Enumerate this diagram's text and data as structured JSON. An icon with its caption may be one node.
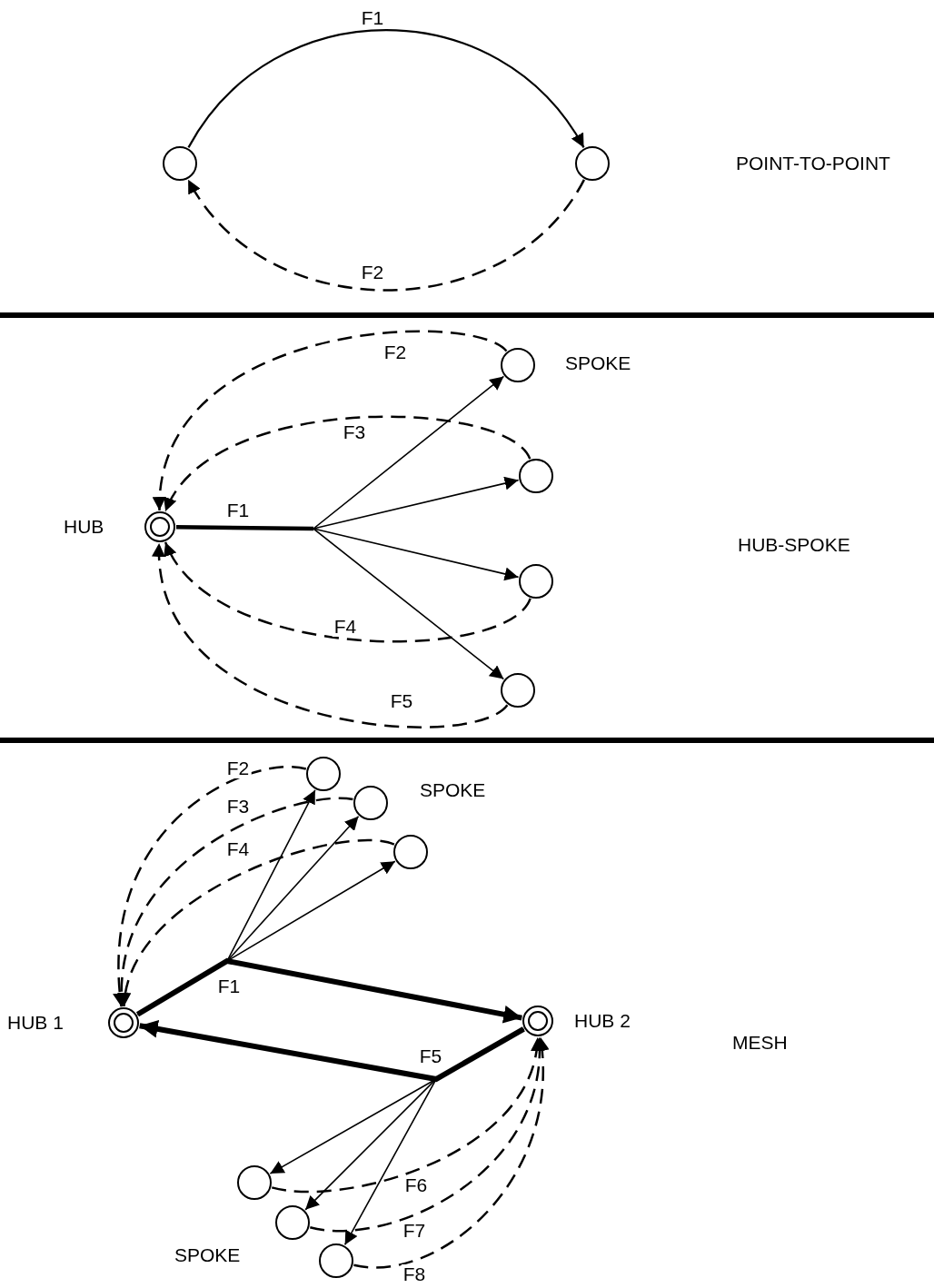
{
  "diagram": {
    "nodes": [
      {
        "text": [],
        "shape": "circle"
      },
      {
        "text": [],
        "shape": "circle"
      },
      {
        "text": [],
        "shape": "circle",
        "beside": [
          "HUB"
        ]
      },
      {
        "text": [],
        "shape": "circle"
      },
      {
        "text": [],
        "shape": "circle"
      },
      {
        "text": [],
        "shape": "circle"
      },
      {
        "text": [],
        "shape": "circle"
      },
      {
        "text": [],
        "shape": "circle",
        "beside": [
          "HUB 1"
        ]
      },
      {
        "text": [],
        "shape": "circle"
      },
      {
        "text": [],
        "shape": "circle"
      },
      {
        "text": [],
        "shape": "circle"
      },
      {
        "text": [],
        "shape": "circle",
        "beside": [
          "HUB 2"
        ]
      },
      {
        "text": [],
        "shape": "circle"
      },
      {
        "text": [],
        "shape": "circle"
      },
      {
        "text": [],
        "shape": "circle"
      }
    ],
    "edges": [
      {
        "from": 0,
        "to": 1,
        "arrow": "to",
        "label": "F1"
      },
      {
        "from": 1,
        "to": 0,
        "arrow": "to",
        "label": "F2",
        "style": "dashed"
      },
      {
        "from": 2,
        "to": 3,
        "arrow": "to",
        "label": "F1"
      },
      {
        "from": 2,
        "to": 4,
        "arrow": "to"
      },
      {
        "from": 2,
        "to": 5,
        "arrow": "to"
      },
      {
        "from": 2,
        "to": 6,
        "arrow": "to"
      },
      {
        "from": 3,
        "to": 2,
        "arrow": "to",
        "label": "F2",
        "style": "dashed"
      },
      {
        "from": 4,
        "to": 2,
        "arrow": "to",
        "label": "F3",
        "style": "dashed"
      },
      {
        "from": 5,
        "to": 2,
        "arrow": "to",
        "label": "F4",
        "style": "dashed"
      },
      {
        "from": 6,
        "to": 2,
        "arrow": "to",
        "label": "F5",
        "style": "dashed"
      },
      {
        "from": 7,
        "to": 11,
        "arrow": "to",
        "label": "F1",
        "style": "thick"
      },
      {
        "from": 7,
        "to": 8,
        "arrow": "to"
      },
      {
        "from": 7,
        "to": 9,
        "arrow": "to"
      },
      {
        "from": 7,
        "to": 10,
        "arrow": "to"
      },
      {
        "from": 8,
        "to": 7,
        "arrow": "to",
        "label": "F2",
        "style": "dashed"
      },
      {
        "from": 9,
        "to": 7,
        "arrow": "to",
        "label": "F3",
        "style": "dashed"
      },
      {
        "from": 10,
        "to": 7,
        "arrow": "to",
        "label": "F4",
        "style": "dashed"
      },
      {
        "from": 11,
        "to": 7,
        "arrow": "to",
        "label": "F5",
        "style": "thick"
      },
      {
        "from": 11,
        "to": 12,
        "arrow": "to"
      },
      {
        "from": 11,
        "to": 13,
        "arrow": "to"
      },
      {
        "from": 11,
        "to": 14,
        "arrow": "to"
      },
      {
        "from": 12,
        "to": 11,
        "arrow": "to",
        "label": "F6",
        "style": "dashed"
      },
      {
        "from": 13,
        "to": 11,
        "arrow": "to",
        "label": "F7",
        "style": "dashed"
      },
      {
        "from": 14,
        "to": 11,
        "arrow": "to",
        "label": "F8",
        "style": "dashed"
      }
    ],
    "labels": [
      "POINT-TO-POINT",
      "SPOKE",
      "HUB-SPOKE",
      "SPOKE",
      "MESH",
      "SPOKE"
    ]
  }
}
